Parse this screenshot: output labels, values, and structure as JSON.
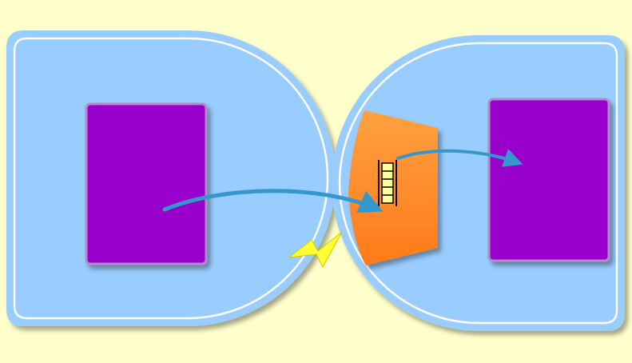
{
  "diagram": {
    "background_color": "#ffffcc",
    "nodes": [
      {
        "id": "left-endpoint",
        "shape": "d-shape",
        "fill": "#99ccff",
        "stroke": "#ffffff"
      },
      {
        "id": "right-endpoint",
        "shape": "reversed-d-shape",
        "fill": "#99ccff",
        "stroke": "#ffffff"
      },
      {
        "id": "left-process",
        "shape": "rounded-rectangle",
        "fill": "#9900cc"
      },
      {
        "id": "right-process",
        "shape": "rounded-rectangle",
        "fill": "#9900cc"
      },
      {
        "id": "buffer-funnel",
        "shape": "trapezoid",
        "fill": "#ff9933"
      },
      {
        "id": "buffer-queue",
        "shape": "stack",
        "slots": 5,
        "fill": "#ffff99"
      }
    ],
    "edges": [
      {
        "from": "left-process",
        "to": "buffer-queue",
        "color": "#3399cc"
      },
      {
        "from": "buffer-queue",
        "to": "right-process",
        "color": "#3399cc"
      }
    ],
    "icons": [
      {
        "name": "lightning-bolt-icon",
        "fill": "#ffff33"
      }
    ]
  }
}
